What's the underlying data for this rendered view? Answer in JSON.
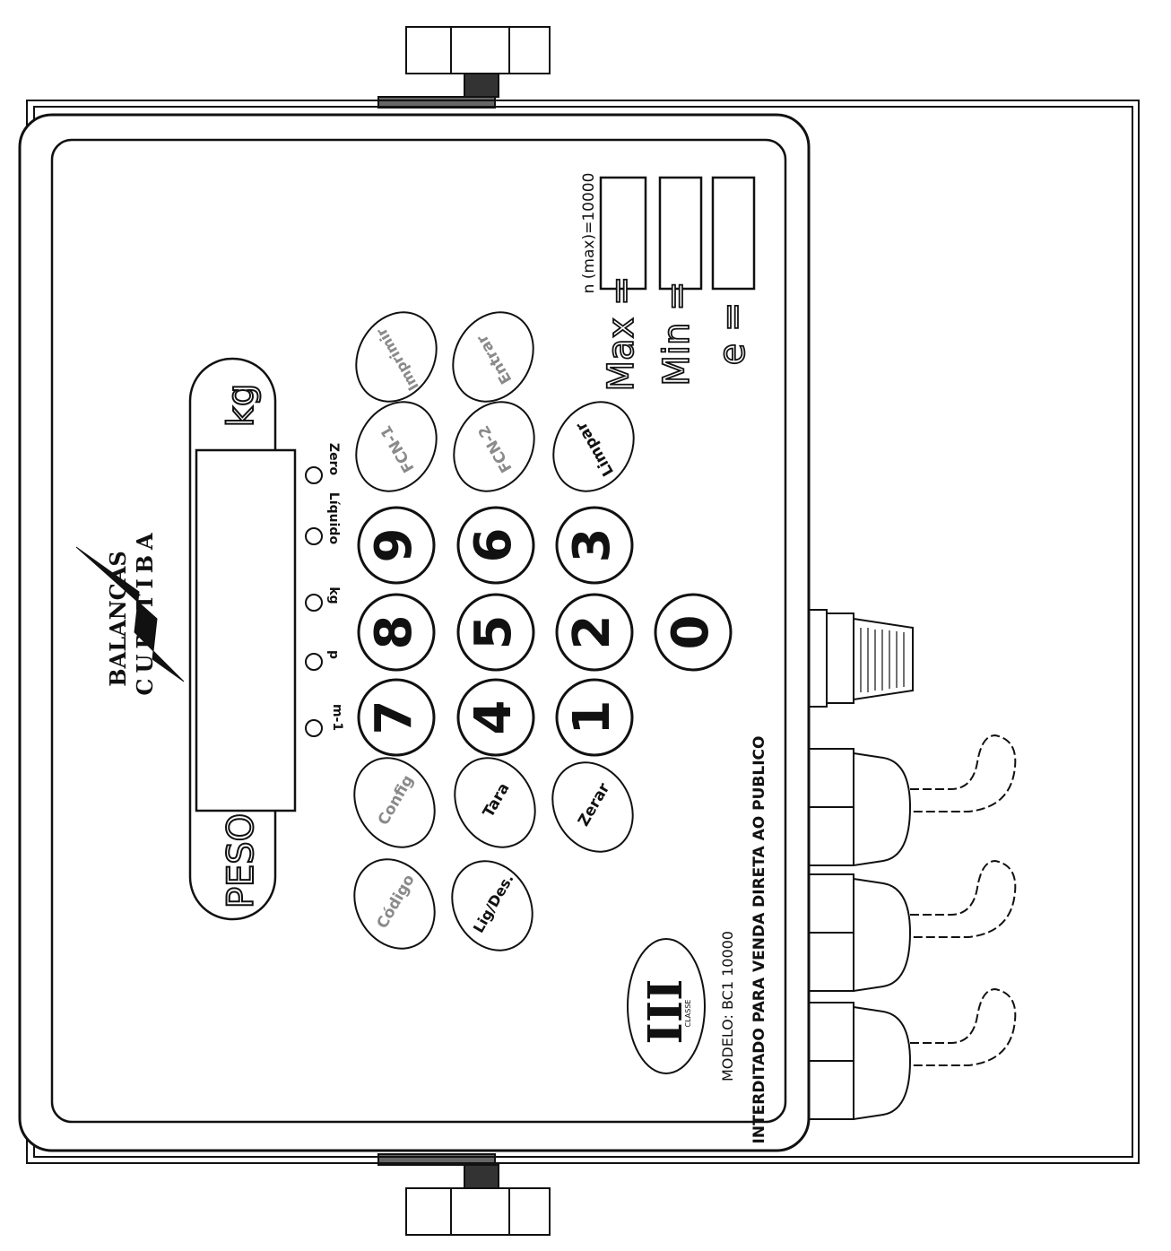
{
  "brand": {
    "line1": "BALANÇAS",
    "line2": "CURITIBA",
    "logo_icon": "lightning-bolt-icon"
  },
  "display": {
    "left_label": "PESO",
    "unit_label": "kg"
  },
  "indicators": [
    "m-1",
    "p",
    "kg",
    "Líquido",
    "Zero"
  ],
  "numeric_keys": [
    "7",
    "8",
    "9",
    "4",
    "5",
    "6",
    "1",
    "2",
    "3",
    "0"
  ],
  "function_keys": {
    "col1": [
      "Código",
      "Lig/Des."
    ],
    "col2": [
      "Config",
      "Tara",
      "Zerar"
    ],
    "col3": [
      "FCN-1",
      "FCN-2",
      "Limpar"
    ],
    "col4": [
      "Imprimir",
      "Entrar"
    ]
  },
  "specs": {
    "max_label": "Max =",
    "min_label": "Min =",
    "e_label": "e =",
    "n_max_label": "n (max)=10000"
  },
  "class_badge": {
    "numeral": "III",
    "sub": "CLASSE"
  },
  "model_label": "MODELO: BC1 10000",
  "warning_label": "INTERDITADO PARA VENDA DIRETA AO PUBLICO",
  "colors": {
    "ink": "#111111",
    "paper": "#ffffff",
    "gray_key_text": "#8a8a8a"
  }
}
